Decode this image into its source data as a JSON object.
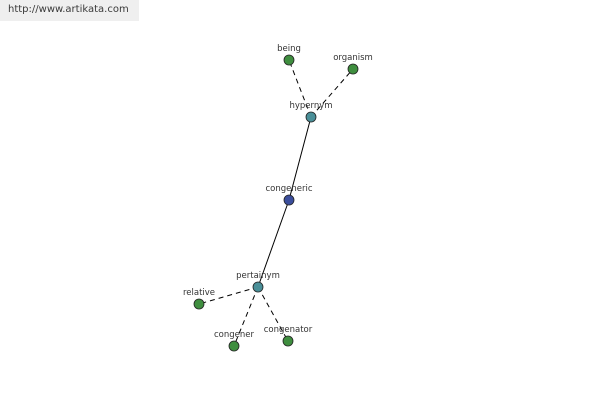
{
  "banner": {
    "url": "http://www.artikata.com"
  },
  "colors": {
    "center_node": "#3b4e9c",
    "relation_node": "#4a8f98",
    "leaf_node": "#3f8e3f",
    "node_stroke": "#222222",
    "edge": "#000000",
    "banner_bg": "#efefef"
  },
  "graph": {
    "nodes": [
      {
        "id": "congeneric",
        "label": "congeneric",
        "kind": "center"
      },
      {
        "id": "hypernym",
        "label": "hypernym",
        "kind": "relation"
      },
      {
        "id": "pertainym",
        "label": "pertainym",
        "kind": "relation"
      },
      {
        "id": "being",
        "label": "being",
        "kind": "leaf"
      },
      {
        "id": "organism",
        "label": "organism",
        "kind": "leaf"
      },
      {
        "id": "relative",
        "label": "relative",
        "kind": "leaf"
      },
      {
        "id": "congener",
        "label": "congener",
        "kind": "leaf"
      },
      {
        "id": "congenator",
        "label": "congenator",
        "kind": "leaf"
      }
    ],
    "edges": [
      {
        "from": "congeneric",
        "to": "hypernym",
        "style": "solid"
      },
      {
        "from": "congeneric",
        "to": "pertainym",
        "style": "solid"
      },
      {
        "from": "hypernym",
        "to": "being",
        "style": "dashed"
      },
      {
        "from": "hypernym",
        "to": "organism",
        "style": "dashed"
      },
      {
        "from": "pertainym",
        "to": "relative",
        "style": "dashed"
      },
      {
        "from": "pertainym",
        "to": "congener",
        "style": "dashed"
      },
      {
        "from": "pertainym",
        "to": "congenator",
        "style": "dashed"
      }
    ]
  }
}
